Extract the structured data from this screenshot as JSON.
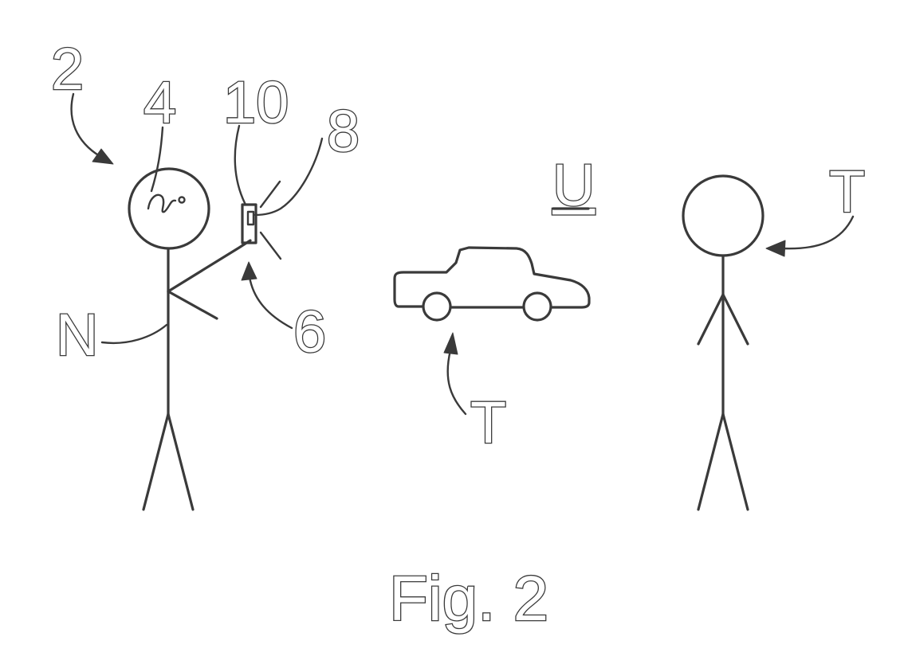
{
  "labels": {
    "user_ref": "2",
    "head_device_ref": "4",
    "camera_ref": "10",
    "lens_ref": "8",
    "handheld_ref": "6",
    "user_letter": "N",
    "environment": "U",
    "target_car": "T",
    "target_person": "T"
  },
  "caption": "Fig. 2",
  "colors": {
    "ink": "#3a3a3a",
    "background": "#ffffff"
  }
}
